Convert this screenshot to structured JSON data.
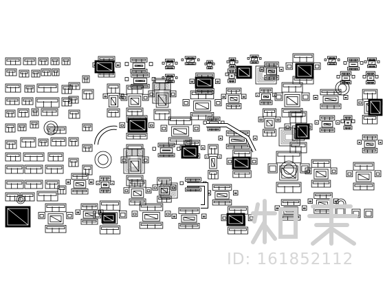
{
  "drawing": {
    "description_kind": "CAD furniture plan-view block library",
    "ink_color": "#000000",
    "paper_color": "#ffffff",
    "watermark_color": "#d6d6d6"
  },
  "watermark": {
    "logo_text": "知末",
    "id_text": "ID: 161852112"
  }
}
